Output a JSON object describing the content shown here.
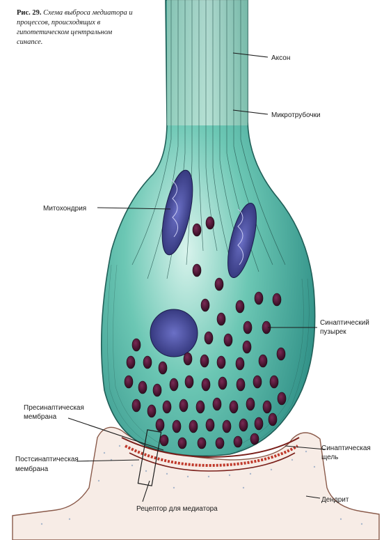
{
  "caption": {
    "number": "Рис. 29.",
    "text": "Схема выброса медиатора и процессов, происходящих в гипотетическом центральном синапсе."
  },
  "labels": {
    "axon": "Аксон",
    "microtubules": "Микротрубочки",
    "mitochondrion": "Митохондрия",
    "synaptic_vesicle_1": "Синаптический",
    "synaptic_vesicle_2": "пузырек",
    "presynaptic_1": "Пресинаптическая",
    "presynaptic_2": "мембрана",
    "postsynaptic_1": "Постсинаптическая",
    "postsynaptic_2": "мембрана",
    "cleft_1": "Синаптическая",
    "cleft_2": "щель",
    "dendrite": "Дендрит",
    "receptor": "Рецептор для медиатора"
  },
  "colors": {
    "terminal_fill": "#4fb7a6",
    "terminal_light": "#a9e3d6",
    "mitochondria": "#3b3f8a",
    "vesicle": "#4a1530",
    "membrane_red": "#c0392b",
    "dendrite_fill": "#f5e7e0"
  }
}
